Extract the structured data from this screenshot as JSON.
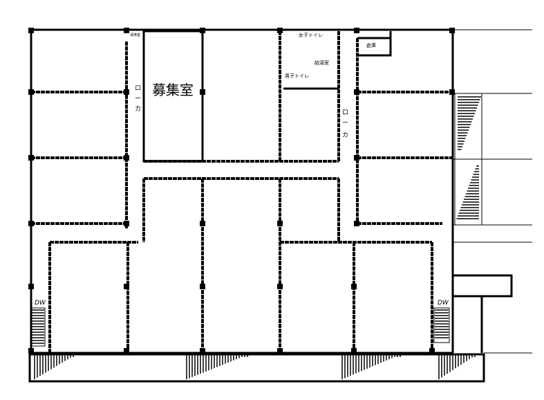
{
  "plan": {
    "rooms": {
      "recruitment_room": "募集室",
      "womens_toilet": "女子トイレ",
      "kitchenette": "給湯室",
      "mens_toilet": "男子トイレ",
      "storage": "倉庫",
      "small_room": "湯沸室"
    },
    "corridor_left": [
      "ロ",
      "ー",
      "カ"
    ],
    "corridor_right": [
      "ロ",
      "ー",
      "カ"
    ],
    "dumbwaiter_left": "DW",
    "dumbwaiter_right": "DW"
  }
}
